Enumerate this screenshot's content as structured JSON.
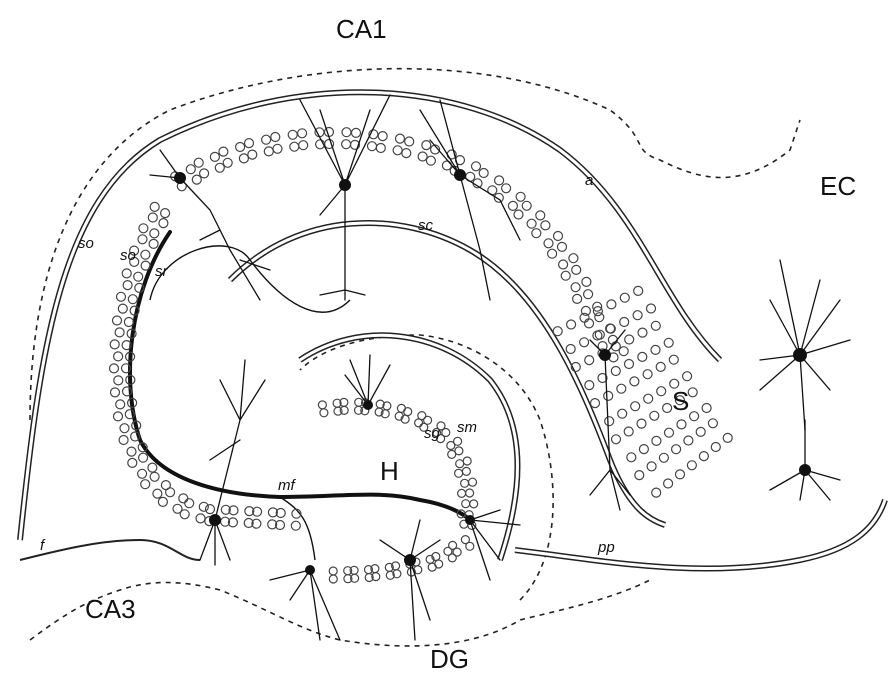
{
  "labels": {
    "ca1": "CA1",
    "ec": "EC",
    "ca3": "CA3",
    "dg": "DG",
    "s": "S",
    "h": "H",
    "so_outer": "so",
    "so_inner": "so",
    "sr": "sr",
    "sc": "sc",
    "a": "a",
    "mf": "mf",
    "sg": "sg",
    "sm": "sm",
    "pp": "pp",
    "f": "f"
  },
  "colors": {
    "ink": "#111111",
    "background": "#ffffff"
  }
}
